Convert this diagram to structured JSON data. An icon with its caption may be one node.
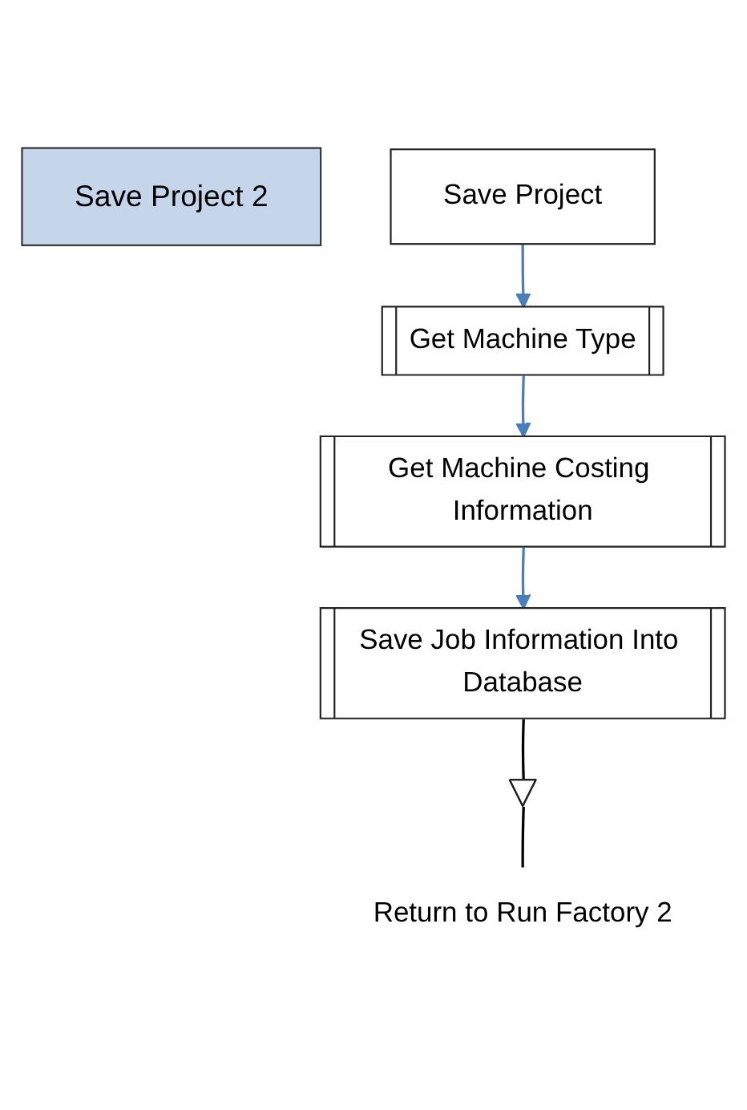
{
  "diagram": {
    "nodes": [
      {
        "text": [
          "Save Project 2"
        ]
      },
      {
        "text": [
          "Save Project"
        ]
      },
      {
        "text": [
          "Get Machine Type"
        ]
      },
      {
        "text": [
          "Get Machine Costing Information"
        ]
      },
      {
        "text": [
          "Save Job Information Into Database"
        ]
      },
      {
        "text": [],
        "shape": "triangle"
      },
      {
        "text": [
          "Return to Run Factory 2"
        ]
      }
    ],
    "edges": [
      {
        "from": 1,
        "to": 2,
        "arrow": "to"
      },
      {
        "from": 2,
        "to": 3,
        "arrow": "to"
      },
      {
        "from": 3,
        "to": 4,
        "arrow": "to"
      },
      {
        "from": 4,
        "to": 5,
        "arrow": "none",
        "color": "#000000"
      },
      {
        "from": 5,
        "to": 6,
        "arrow": "none",
        "color": "#000000"
      }
    ]
  }
}
